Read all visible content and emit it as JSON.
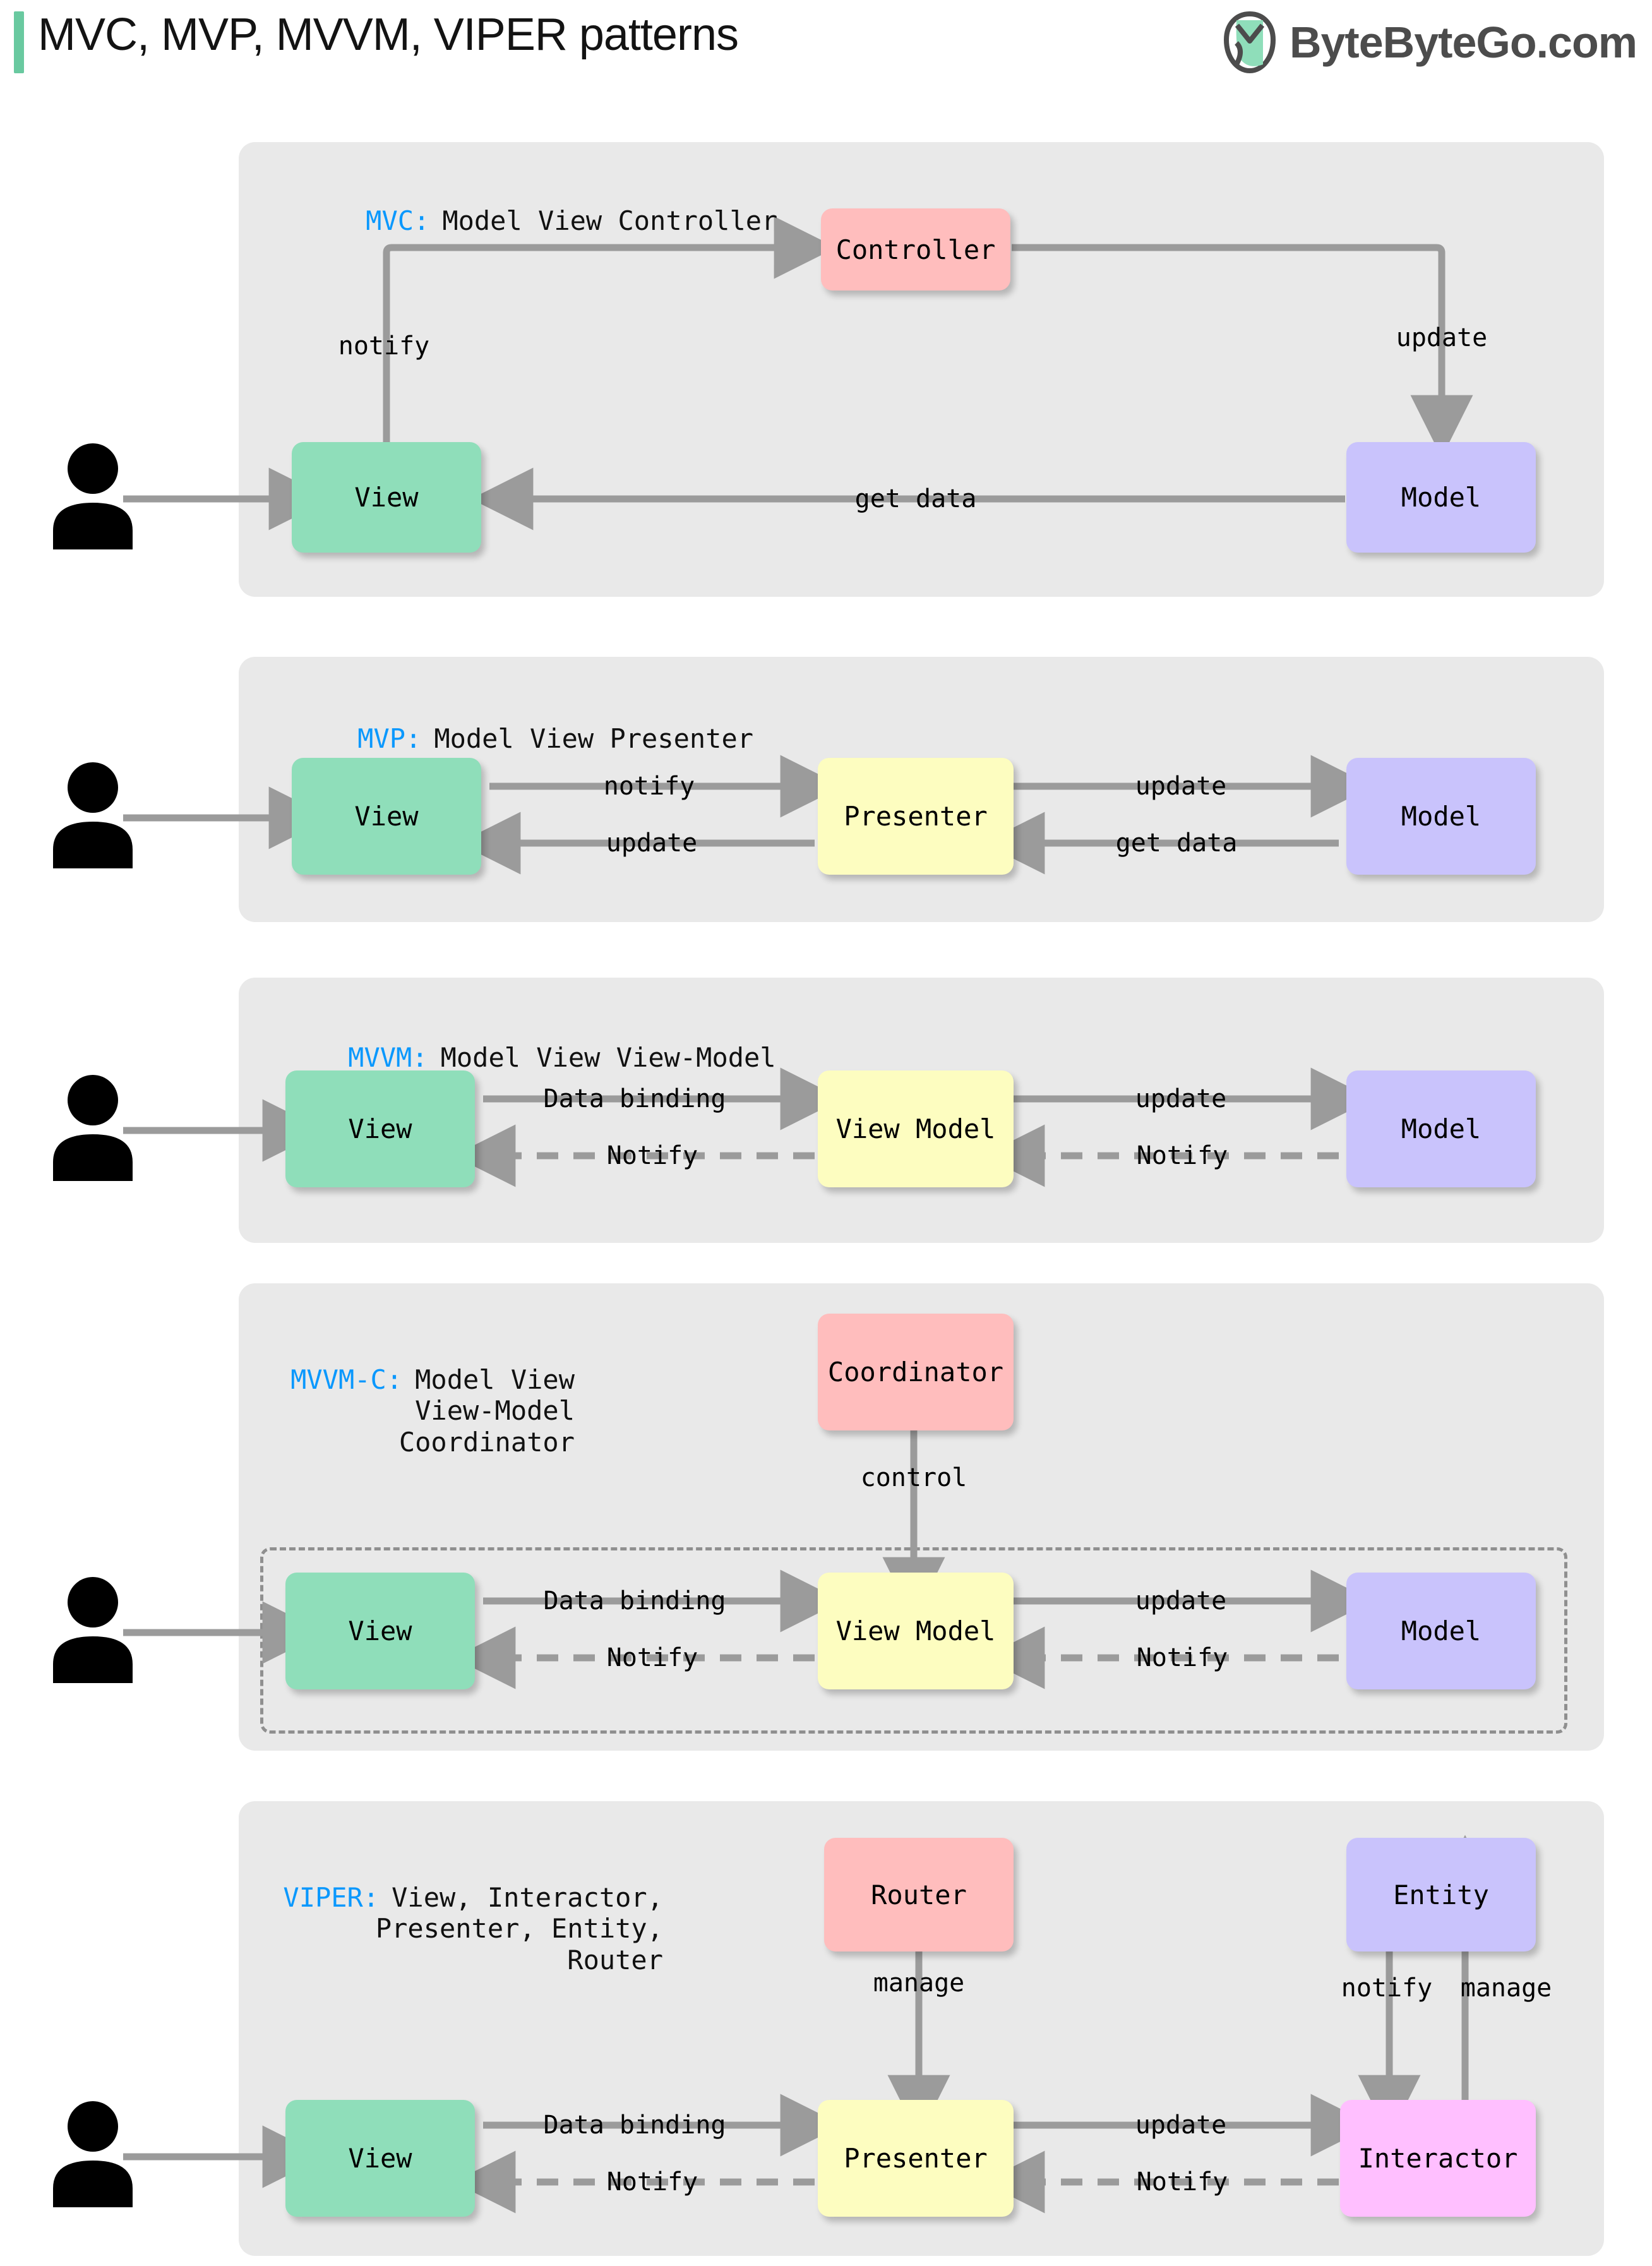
{
  "header": {
    "accent_color": "#69c9a0",
    "title": "MVC, MVP, MVVM, VIPER patterns",
    "logo_text": "ByteByteGo.com",
    "logo_icon": "bytebytego-leaf-logo",
    "logo_color": "#4c4c4c",
    "logo_leaf_color": "#8FDEBA"
  },
  "colors": {
    "panel_bg": "#e9e9e9",
    "view": "#8FDEBA",
    "model": "#C9C3FC",
    "controller": "#FFBDBD",
    "presenter": "#FDFDC0",
    "interactor": "#FFBFFF",
    "arrow": "#9b9b9b",
    "tag": "#0a98fd"
  },
  "sections": [
    {
      "id": "mvc",
      "tag": "MVC:",
      "title": "Model View Controller",
      "nodes": [
        {
          "name": "controller",
          "label": "Controller",
          "color": "controller"
        },
        {
          "name": "view",
          "label": "View",
          "color": "view"
        },
        {
          "name": "model",
          "label": "Model",
          "color": "model"
        }
      ],
      "edges": [
        {
          "from": "user",
          "to": "view",
          "label": "",
          "style": "solid"
        },
        {
          "from": "view",
          "to": "controller",
          "label": "notify",
          "style": "solid"
        },
        {
          "from": "controller",
          "to": "model",
          "label": "update",
          "style": "solid"
        },
        {
          "from": "model",
          "to": "view",
          "label": "get data",
          "style": "solid"
        }
      ]
    },
    {
      "id": "mvp",
      "tag": "MVP:",
      "title": "Model View Presenter",
      "nodes": [
        {
          "name": "view",
          "label": "View",
          "color": "view"
        },
        {
          "name": "presenter",
          "label": "Presenter",
          "color": "presenter"
        },
        {
          "name": "model",
          "label": "Model",
          "color": "model"
        }
      ],
      "edges": [
        {
          "from": "user",
          "to": "view",
          "label": "",
          "style": "solid"
        },
        {
          "from": "view",
          "to": "presenter",
          "label": "notify",
          "style": "solid"
        },
        {
          "from": "presenter",
          "to": "model",
          "label": "update",
          "style": "solid"
        },
        {
          "from": "model",
          "to": "presenter",
          "label": "get data",
          "style": "solid"
        },
        {
          "from": "presenter",
          "to": "view",
          "label": "update",
          "style": "solid"
        }
      ]
    },
    {
      "id": "mvvm",
      "tag": "MVVM:",
      "title": "Model View View-Model",
      "nodes": [
        {
          "name": "view",
          "label": "View",
          "color": "view"
        },
        {
          "name": "view-model",
          "label": "View Model",
          "color": "presenter"
        },
        {
          "name": "model",
          "label": "Model",
          "color": "model"
        }
      ],
      "edges": [
        {
          "from": "user",
          "to": "view",
          "label": "",
          "style": "solid"
        },
        {
          "from": "view",
          "to": "view-model",
          "label": "Data binding",
          "style": "solid"
        },
        {
          "from": "view-model",
          "to": "model",
          "label": "update",
          "style": "solid"
        },
        {
          "from": "model",
          "to": "view-model",
          "label": "Notify",
          "style": "dashed"
        },
        {
          "from": "view-model",
          "to": "view",
          "label": "Notify",
          "style": "dashed"
        }
      ]
    },
    {
      "id": "mvvm-c",
      "tag": "MVVM-C:",
      "title_lines": [
        "Model View",
        "View-Model",
        "Coordinator"
      ],
      "nodes": [
        {
          "name": "coordinator",
          "label": "Coordinator",
          "color": "controller"
        },
        {
          "name": "view",
          "label": "View",
          "color": "view"
        },
        {
          "name": "view-model",
          "label": "View Model",
          "color": "presenter"
        },
        {
          "name": "model",
          "label": "Model",
          "color": "model"
        }
      ],
      "edges": [
        {
          "from": "coordinator",
          "to": "group",
          "label": "control",
          "style": "solid"
        },
        {
          "from": "user",
          "to": "view",
          "label": "",
          "style": "solid"
        },
        {
          "from": "view",
          "to": "view-model",
          "label": "Data binding",
          "style": "solid"
        },
        {
          "from": "view-model",
          "to": "model",
          "label": "update",
          "style": "solid"
        },
        {
          "from": "model",
          "to": "view-model",
          "label": "Notify",
          "style": "dashed"
        },
        {
          "from": "view-model",
          "to": "view",
          "label": "Notify",
          "style": "dashed"
        }
      ]
    },
    {
      "id": "viper",
      "tag": "VIPER:",
      "title_lines": [
        "View, Interactor,",
        "Presenter, Entity,",
        "Router"
      ],
      "nodes": [
        {
          "name": "router",
          "label": "Router",
          "color": "controller"
        },
        {
          "name": "entity",
          "label": "Entity",
          "color": "model"
        },
        {
          "name": "view",
          "label": "View",
          "color": "view"
        },
        {
          "name": "presenter",
          "label": "Presenter",
          "color": "presenter"
        },
        {
          "name": "interactor",
          "label": "Interactor",
          "color": "interactor"
        }
      ],
      "edges": [
        {
          "from": "router",
          "to": "presenter",
          "label": "manage",
          "style": "solid"
        },
        {
          "from": "entity",
          "to": "interactor",
          "label": "notify",
          "style": "solid"
        },
        {
          "from": "interactor",
          "to": "entity",
          "label": "manage",
          "style": "solid"
        },
        {
          "from": "user",
          "to": "view",
          "label": "",
          "style": "solid"
        },
        {
          "from": "view",
          "to": "presenter",
          "label": "Data binding",
          "style": "solid"
        },
        {
          "from": "presenter",
          "to": "interactor",
          "label": "update",
          "style": "solid"
        },
        {
          "from": "interactor",
          "to": "presenter",
          "label": "Notify",
          "style": "dashed"
        },
        {
          "from": "presenter",
          "to": "view",
          "label": "Notify",
          "style": "dashed"
        }
      ]
    }
  ],
  "labels": {
    "mvc_notify": "notify",
    "mvc_update": "update",
    "mvc_getdata": "get data",
    "mvp_notify": "notify",
    "mvp_update_pm": "update",
    "mvp_getdata": "get data",
    "mvp_update_pv": "update",
    "mvvm_binding": "Data binding",
    "mvvm_update": "update",
    "mvvm_notify_mv": "Notify",
    "mvvm_notify_vv": "Notify",
    "mvvmc_control": "control",
    "mvvmc_binding": "Data binding",
    "mvvmc_update": "update",
    "mvvmc_notify_mv": "Notify",
    "mvvmc_notify_vv": "Notify",
    "viper_manage_router": "manage",
    "viper_notify_entity": "notify",
    "viper_manage_entity": "manage",
    "viper_binding": "Data binding",
    "viper_update": "update",
    "viper_notify_ip": "Notify",
    "viper_notify_pv": "Notify"
  },
  "node_labels": {
    "view": "View",
    "model": "Model",
    "controller": "Controller",
    "presenter": "Presenter",
    "view_model": "View Model",
    "coordinator": "Coordinator",
    "router": "Router",
    "entity": "Entity",
    "interactor": "Interactor"
  },
  "titles": {
    "mvc_tag": "MVC:",
    "mvc_text": "Model View Controller",
    "mvp_tag": "MVP:",
    "mvp_text": "Model View Presenter",
    "mvvm_tag": "MVVM:",
    "mvvm_text": "Model View View-Model",
    "mvvmc_tag": "MVVM-C:",
    "mvvmc_text": "Model View\nView-Model\nCoordinator",
    "viper_tag": "VIPER:",
    "viper_text": "View, Interactor,\nPresenter, Entity,\nRouter"
  }
}
